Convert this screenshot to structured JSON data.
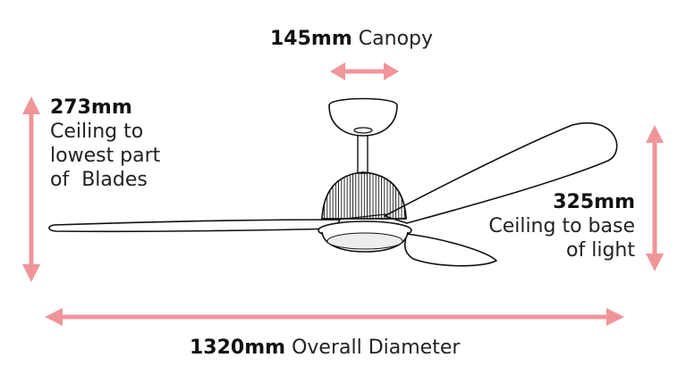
{
  "canopy": {
    "value": "145mm",
    "desc": "Canopy"
  },
  "ceiling_to_blades": {
    "value": "273mm",
    "lines": [
      "Ceiling to",
      "lowest part",
      "of  Blades"
    ]
  },
  "ceiling_to_light": {
    "value": "325mm",
    "lines": [
      "Ceiling to base",
      "of light"
    ]
  },
  "diameter": {
    "value": "1320mm",
    "desc": "Overall Diameter"
  },
  "colors": {
    "arrow": "#f0959a",
    "outline": "#111111"
  }
}
